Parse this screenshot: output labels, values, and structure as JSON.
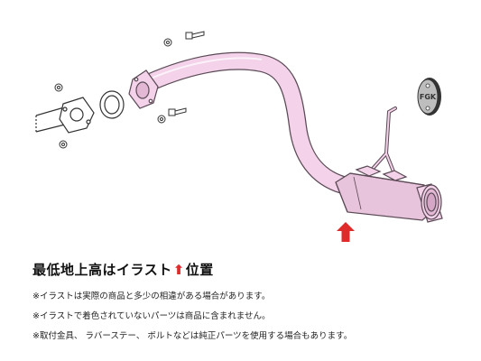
{
  "colors": {
    "pipe_fill": "#f3d2ea",
    "pipe_stroke": "#5a4a55",
    "muffler_fill": "#e8c3dc",
    "arrow": "#e02b2b",
    "text": "#111111"
  },
  "badge": {
    "text": "FGK"
  },
  "caption": {
    "headline_before": "最低地上高はイラスト",
    "headline_arrow": "⬆",
    "headline_after": "位置",
    "notes": [
      "※イラストは実際の商品と多少の相違がある場合があります。",
      "※イラストで着色されていないパーツは商品に含まれません。",
      "※取付金具、 ラバーステー、 ボルトなどは純正パーツを使用する場合もあります。"
    ]
  }
}
